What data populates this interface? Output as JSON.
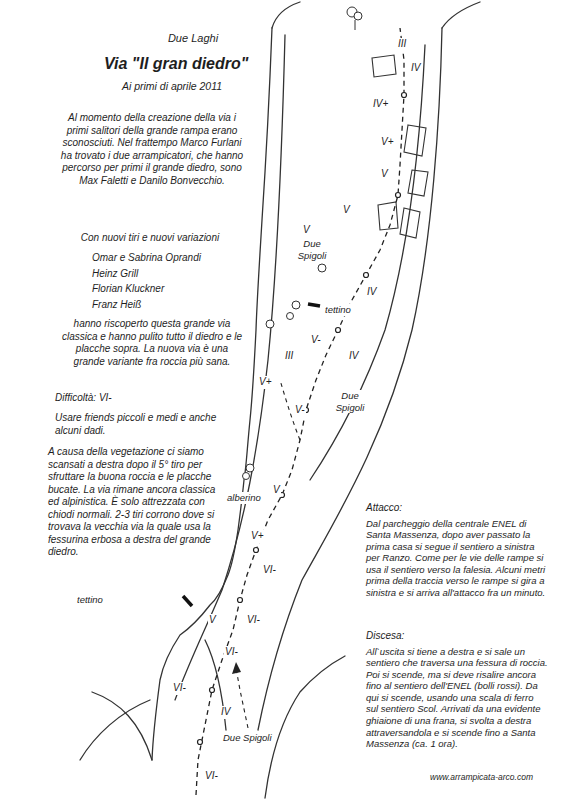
{
  "diagram": {
    "title": "Via \"Il gran diedro\"",
    "labels": [
      "Due Laghi",
      "Ai primi di aprile 2011",
      "Al momento della creazione della via i primi salitori della grande rampa erano sconosciuti. Nel frattempo Marco Furlani ha trovato i due arrampicatori, che hanno percorso per primi il grande diedro, sono Max Faletti e Danilo Bonvecchio.",
      "Con nuovi tiri e nuovi variazioni",
      "Omar e Sabrina Oprandi",
      "Heinz Grill",
      "Florian Kluckner",
      "Franz Heiß",
      "hanno riscoperto questa grande via classica e hanno pulito tutto il diedro e le placche sopra. La nuova via è una grande variante fra roccia più sana.",
      "Difficoltà: VI-",
      "Usare friends piccoli e medi e anche alcuni dadi.",
      "A causa della vegetazione ci siamo scansati a destra dopo il 5° tiro per sfruttare la buona roccia e le placche bucate. La via rimane ancora classica ed alpinistica. È solo attrezzata con chiodi normali. 2-3 tiri corrono dove si trovava la vecchia via la quale usa la fessurina erbosa a destra del grande diedro.",
      "Attacco:",
      "Dal parcheggio della centrale ENEL di Santa Massenza, dopo aver passato la prima casa si segue il sentiero a sinistra per Ranzo. Come per le vie delle rampe si usa il sentiero verso la falesia. Alcuni metri prima della traccia verso le rampe si gira a sinistra e si arriva all'attacco fra un minuto.",
      "Discesa:",
      "All`uscita si tiene a destra e si sale un sentiero che traversa una fessura di roccia. Poi si scende, ma si deve risalire ancora fino al sentiero dell'ENEL (bolli rossi). Da qui si scende, usando una scala di ferro sul sentiero Scol. Arrivati da una evidente ghiaione di una frana, si svolta a destra attraversandola e si scende fino a Santa Massenza (ca. 1 ora).",
      "www.arrampicata-arco.com",
      "III",
      "IV",
      "IV+",
      "V+",
      "V",
      "V",
      "V",
      "Due Spigoli",
      "IV",
      "tettino",
      "V-",
      "IV",
      "III",
      "Due Spigoli",
      "V+",
      "V-",
      "V",
      "alberino",
      "V+",
      "VI-",
      "tettino",
      "V",
      "VI-",
      "VI-",
      "VI-",
      "IV",
      "Due Spigoli",
      "VI-"
    ]
  }
}
